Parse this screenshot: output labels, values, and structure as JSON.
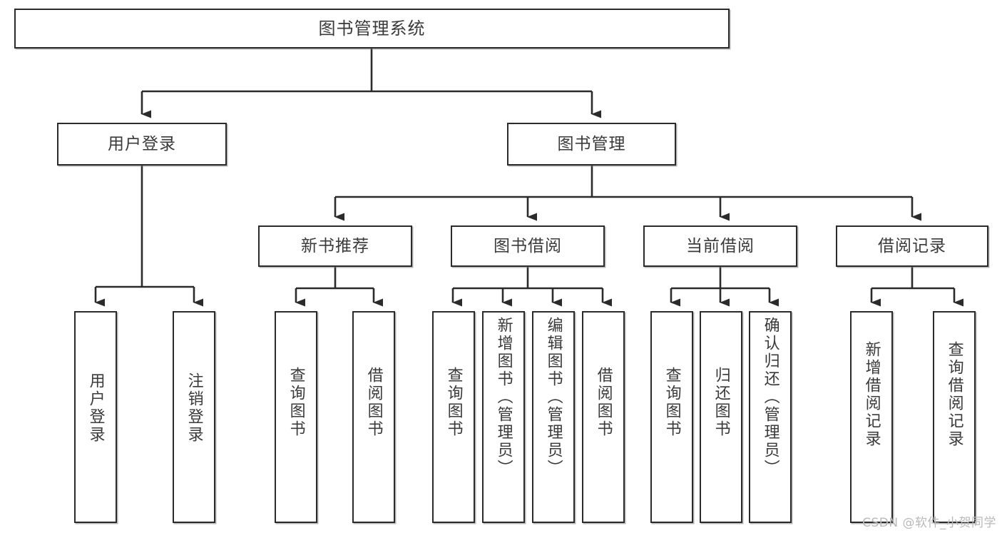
{
  "diagram": {
    "title": "图书管理系统",
    "type": "tree",
    "watermark": "CSDN @软件_小贺同学",
    "colors": {
      "box_border": "#2b2b2b",
      "box_fill": "#ffffff",
      "text": "#3a3a3a",
      "connector": "#2b2b2b",
      "watermark": "#b9b9b9",
      "background": "#ffffff"
    },
    "root": {
      "label": "图书管理系统"
    },
    "level2": [
      {
        "id": "user-login",
        "label": "用户登录"
      },
      {
        "id": "book-manage",
        "label": "图书管理"
      }
    ],
    "level3": [
      {
        "id": "new-book-rec",
        "label": "新书推荐"
      },
      {
        "id": "book-borrow",
        "label": "图书借阅"
      },
      {
        "id": "current-borrow",
        "label": "当前借阅"
      },
      {
        "id": "borrow-record",
        "label": "借阅记录"
      }
    ],
    "leaves": {
      "user_login": [
        {
          "id": "leaf-user-login",
          "label": "用户登录"
        },
        {
          "id": "leaf-logout",
          "label": "注销登录"
        }
      ],
      "new_book_rec": [
        {
          "id": "leaf-query-book-1",
          "label": "查询图书"
        },
        {
          "id": "leaf-borrow-book-1",
          "label": "借阅图书"
        }
      ],
      "book_borrow": [
        {
          "id": "leaf-query-book-2",
          "label": "查询图书"
        },
        {
          "id": "leaf-add-book",
          "label": "新增图书（管理员）"
        },
        {
          "id": "leaf-edit-book",
          "label": "编辑图书（管理员）"
        },
        {
          "id": "leaf-borrow-book-2",
          "label": "借阅图书"
        }
      ],
      "current_borrow": [
        {
          "id": "leaf-query-book-3",
          "label": "查询图书"
        },
        {
          "id": "leaf-return-book",
          "label": "归还图书"
        },
        {
          "id": "leaf-confirm-return",
          "label": "确认归还（管理员）"
        }
      ],
      "borrow_record": [
        {
          "id": "leaf-add-record",
          "label": "新增借阅记录"
        },
        {
          "id": "leaf-query-record",
          "label": "查询借阅记录"
        }
      ]
    }
  }
}
